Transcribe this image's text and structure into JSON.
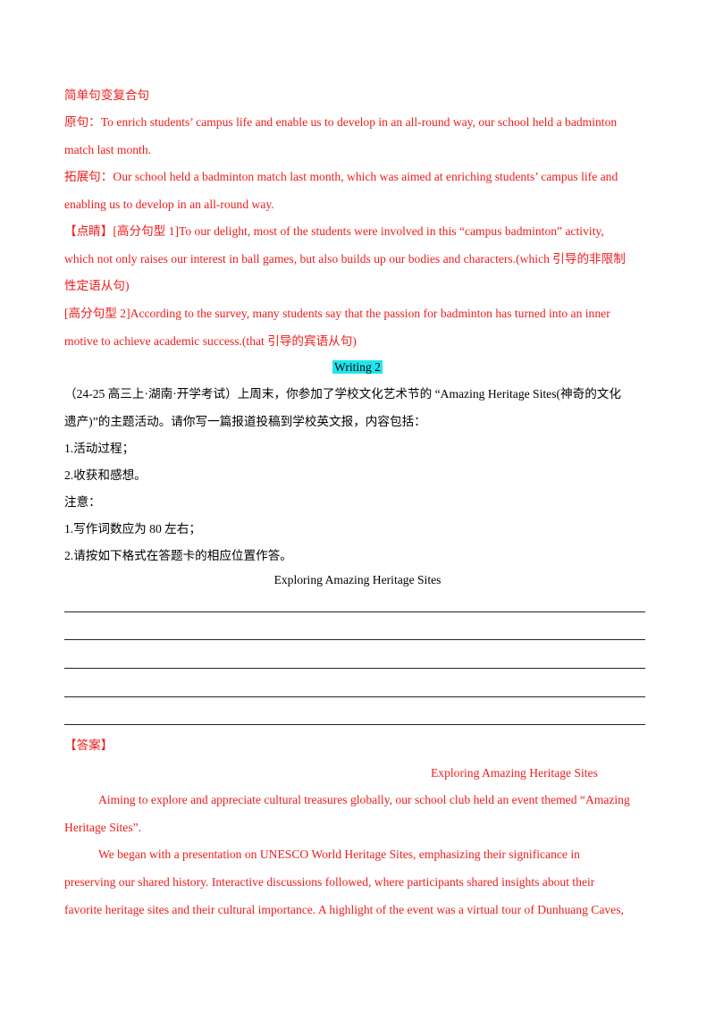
{
  "section_title": "简单句变复合句",
  "original": {
    "label": "原句：",
    "text1": "To enrich students’ campus life and enable us to develop in an all-round way, our school held a badminton",
    "text2": "match last month."
  },
  "expanded": {
    "label": "拓展句：",
    "text1": "Our school held a badminton match last month, which was aimed at enriching students’ campus life and",
    "text2": "enabling us to develop in an all-round way."
  },
  "tip": {
    "label": "【点睛】",
    "pattern1_label": "[高分句型 1]",
    "pattern1_text1": "To our delight, most of the students were involved in this “campus badminton” activity,",
    "pattern1_text2": "which not only raises our interest in ball games, but also builds up our bodies and characters.(which 引导的非限制",
    "pattern1_text3": "性定语从句)",
    "pattern2_text1": "[高分句型 2]According to the survey, many students say that the passion for badminton has turned into an inner",
    "pattern2_text2": "motive to achieve academic success.(that 引导的宾语从句)"
  },
  "writing_badge": "Writing  2",
  "prompt": {
    "line1": "（24-25 高三上·湖南·开学考试）上周末，你参加了学校文化艺术节的 “Amazing Heritage Sites(神奇的文化",
    "line2": "遗产)”的主题活动。请你写一篇报道投稿到学校英文报，内容包括：",
    "item1": "1.活动过程；",
    "item2": "2.收获和感想。",
    "note_label": "注意：",
    "note1": "1.写作词数应为 80 左右；",
    "note2": "2.请按如下格式在答题卡的相应位置作答。",
    "essay_title": "Exploring Amazing Heritage Sites"
  },
  "answer": {
    "label": "【答案】",
    "title": "Exploring Amazing Heritage Sites",
    "p1_line1": "Aiming to explore and appreciate cultural treasures globally, our school club held an event themed “Amazing",
    "p1_line2": "Heritage Sites”.",
    "p2_line1": "We began with a presentation on UNESCO World Heritage Sites, emphasizing their significance in",
    "p2_line2": "preserving our shared history. Interactive discussions followed, where participants shared insights about their",
    "p2_line3": "favorite heritage sites and their cultural importance. A highlight of the event was a virtual tour of Dunhuang Caves,"
  },
  "colors": {
    "red": "#ee1c1c",
    "highlight": "#1ee6ee"
  }
}
